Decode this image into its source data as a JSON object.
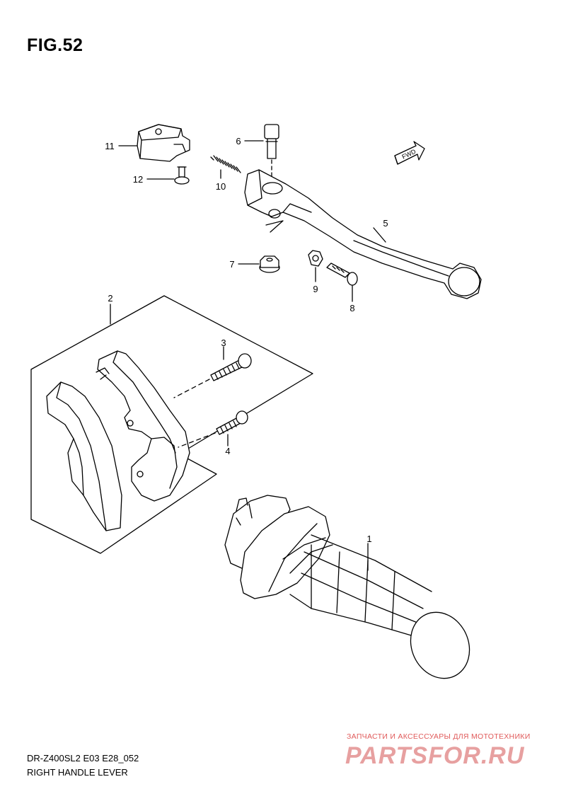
{
  "figure_title": "FIG.52",
  "model_code": "DR-Z400SL2 E03 E28_052",
  "diagram_title": "RIGHT HANDLE LEVER",
  "direction_marker": "FWD",
  "callouts": {
    "c1": "1",
    "c2": "2",
    "c3": "3",
    "c4": "4",
    "c5": "5",
    "c6": "6",
    "c7": "7",
    "c8": "8",
    "c9": "9",
    "c10": "10",
    "c11": "11",
    "c12": "12"
  },
  "watermark": {
    "tagline": "ЗАПЧАСТИ И АКСЕССУАРЫ ДЛЯ МОТОТЕХНИКИ",
    "brand": "PARTSFOR.RU"
  },
  "colors": {
    "line": "#000000",
    "watermark": "#e05a5a"
  }
}
